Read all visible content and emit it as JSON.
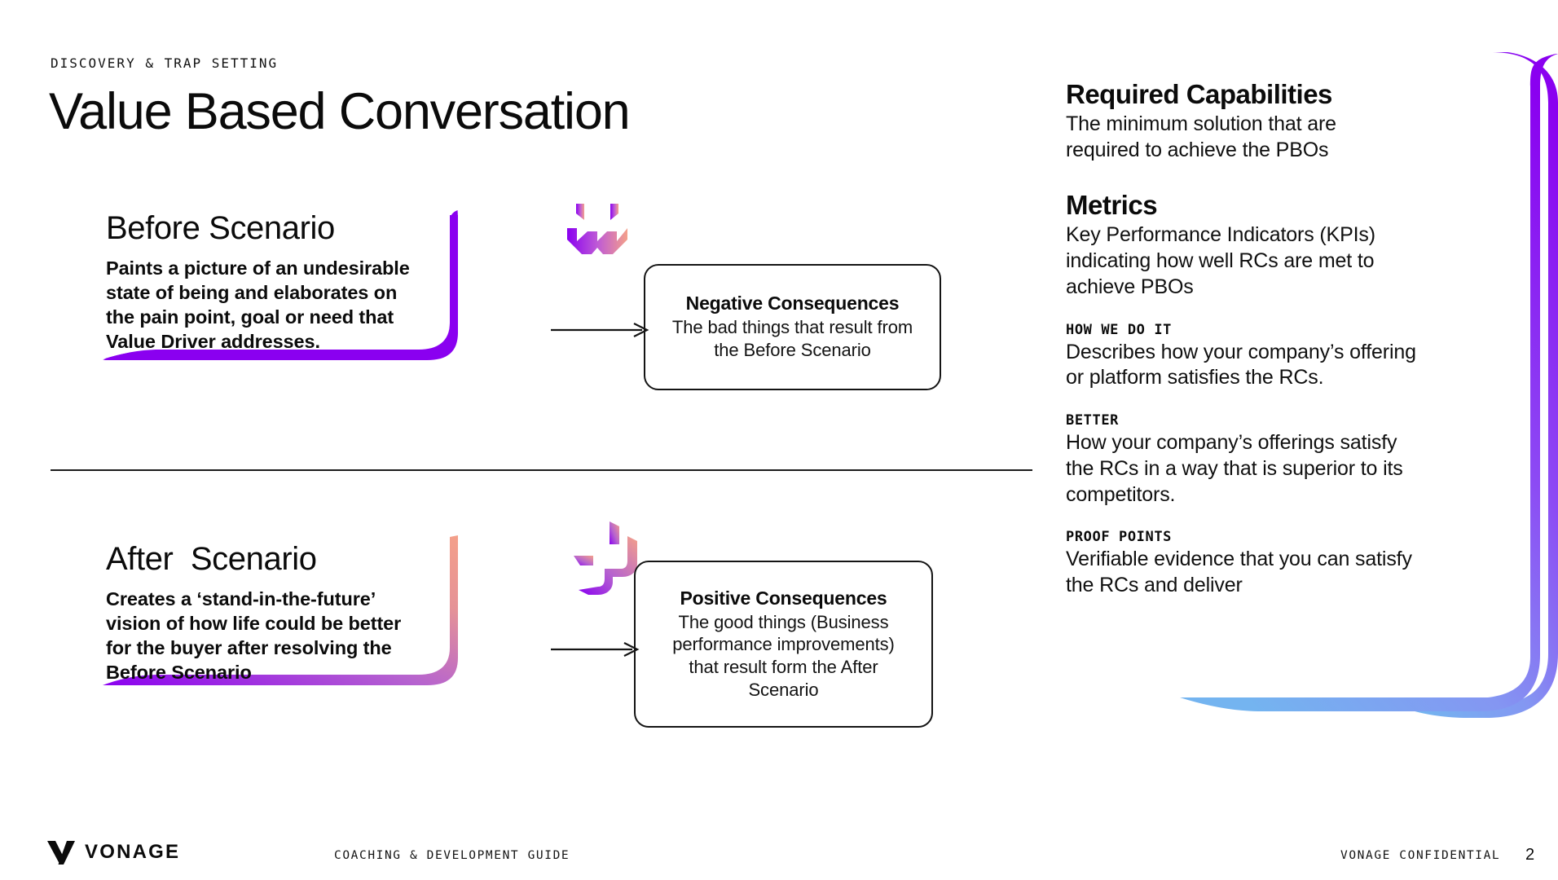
{
  "header": {
    "eyebrow": "DISCOVERY & TRAP SETTING",
    "title": "Value Based Conversation"
  },
  "left": {
    "before": {
      "heading": "Before Scenario",
      "body": "Paints a picture of an undesirable\nstate of being and elaborates on\nthe pain point, goal or need that\nValue Driver addresses."
    },
    "after": {
      "heading": "After  Scenario",
      "body": "Creates a ‘stand-in-the-future’\nvision of how life could be better\nfor the buyer after resolving the\nBefore Scenario"
    }
  },
  "boxes": {
    "negative": {
      "title": "Negative Consequences",
      "body": "The bad things that result from\nthe Before Scenario"
    },
    "positive": {
      "title": "Positive Consequences",
      "body": "The good things (Business\nperformance improvements)\nthat result form the After\nScenario"
    }
  },
  "right": {
    "sections": [
      {
        "heading": "Required Capabilities",
        "style": "title",
        "body": "The minimum solution that are\nrequired to achieve the PBOs"
      },
      {
        "heading": "Metrics",
        "style": "title",
        "body": "Key Performance Indicators (KPIs)\nindicating how well RCs are met to\nachieve PBOs"
      },
      {
        "heading": "HOW WE DO IT",
        "style": "mono",
        "body": "Describes how your company’s offering\nor platform satisfies the RCs."
      },
      {
        "heading": "BETTER",
        "style": "mono",
        "body": "How your company’s offerings satisfy\nthe RCs in a way that is superior to its\ncompetitors."
      },
      {
        "heading": "PROOF POINTS",
        "style": "mono",
        "body": "Verifiable evidence that you can satisfy\nthe RCs and deliver"
      }
    ]
  },
  "footer": {
    "brand": "VONAGE",
    "center": "COACHING & DEVELOPMENT GUIDE",
    "confidential": "VONAGE CONFIDENTIAL",
    "page": "2"
  },
  "colors": {
    "purple": "#8A00F0",
    "violet": "#9B5CF6",
    "blue": "#74B4F0",
    "salmon": "#F4A08A",
    "pink": "#E392B8",
    "ink": "#0B0B0B"
  },
  "icons": {
    "sad_face": "sad-face-icon",
    "wink_face": "wink-face-icon",
    "arrow": "arrow-right-icon",
    "logo": "vonage-logo-icon"
  }
}
